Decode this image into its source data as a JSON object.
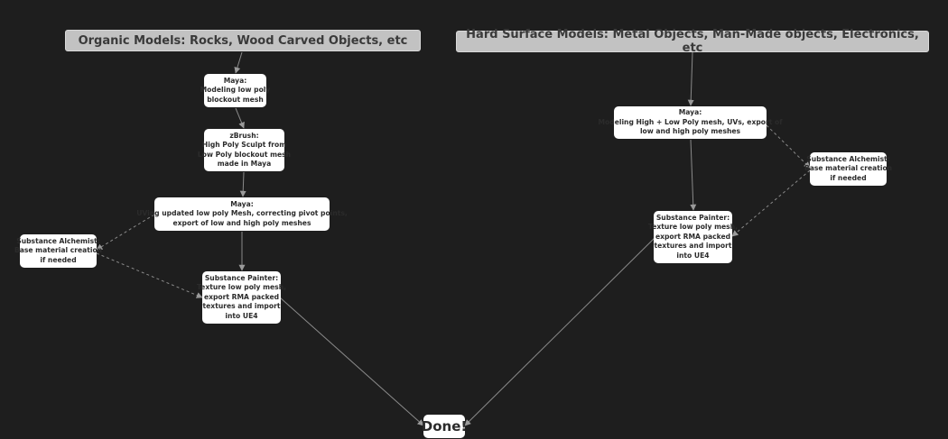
{
  "headers": {
    "organic": "Organic Models: Rocks, Wood Carved Objects, etc",
    "hard_surface": "Hard Surface Models: Metal Objects, Man-Made objects, Electronics, etc"
  },
  "organic": {
    "maya_block": [
      "Maya:",
      "Modeling low poly",
      "blockout mesh"
    ],
    "zbrush": [
      "zBrush:",
      "High Poly Sculpt from",
      "Low Poly blockout mesh",
      "made in Maya"
    ],
    "maya_uv": [
      "Maya:",
      "UVing updated low poly Mesh, correcting pivot points,",
      "export of low and high poly meshes"
    ],
    "alchemist": [
      "Substance Alchemist:",
      "Base material creation",
      "if needed"
    ],
    "painter": [
      "Substance Painter:",
      "Texture low poly mesh,",
      "export RMA packed",
      "textures and import",
      "into UE4"
    ]
  },
  "hard": {
    "maya": [
      "Maya:",
      "Modeling High + Low Poly mesh, UVs, export of",
      "low and high poly meshes"
    ],
    "alchemist": [
      "Substance Alchemist:",
      "Base material creation",
      "if needed"
    ],
    "painter": [
      "Substance Painter:",
      "Texture low poly mesh,",
      "export RMA packed",
      "textures and import",
      "into UE4"
    ]
  },
  "done": "Done!",
  "colors": {
    "background": "#1e1e1e",
    "header_fill": "#c2c2c2",
    "node_fill": "#ffffff",
    "edge": "#8a8a8a"
  }
}
